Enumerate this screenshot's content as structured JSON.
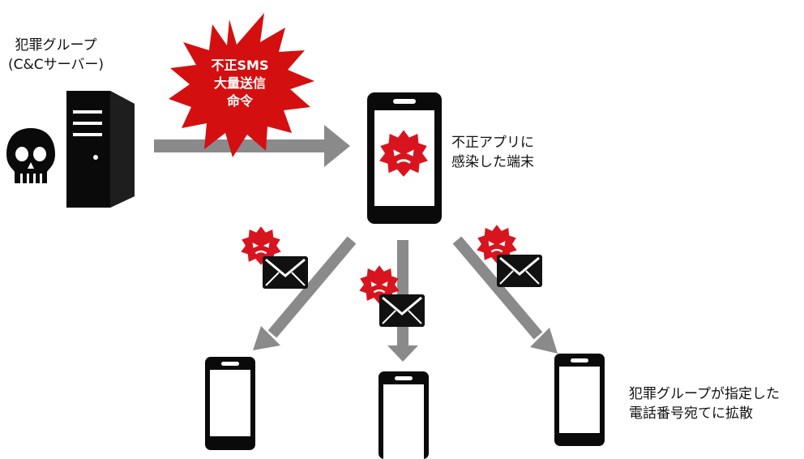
{
  "attacker": {
    "label_line1": "犯罪グループ",
    "label_line2": "(C&Cサーバー)",
    "icons": [
      "skull-icon",
      "server-icon"
    ]
  },
  "command": {
    "line1": "不正SMS",
    "line2": "大量送信",
    "line3": "命令"
  },
  "infected_device": {
    "line1": "不正アプリに",
    "line2": "感染した端末",
    "icons": [
      "smartphone-icon",
      "malware-virus-icon"
    ]
  },
  "targets": {
    "line1": "犯罪グループが指定した",
    "line2": "電話番号宛てに拡散",
    "count": 3,
    "icons": [
      "malware-virus-icon",
      "envelope-icon",
      "smartphone-icon"
    ]
  },
  "colors": {
    "burst": "#d40f0f",
    "arrow": "#8a8a8a",
    "device": "#0a0a0a",
    "virus": "#d8141e",
    "envelope": "#111111"
  }
}
